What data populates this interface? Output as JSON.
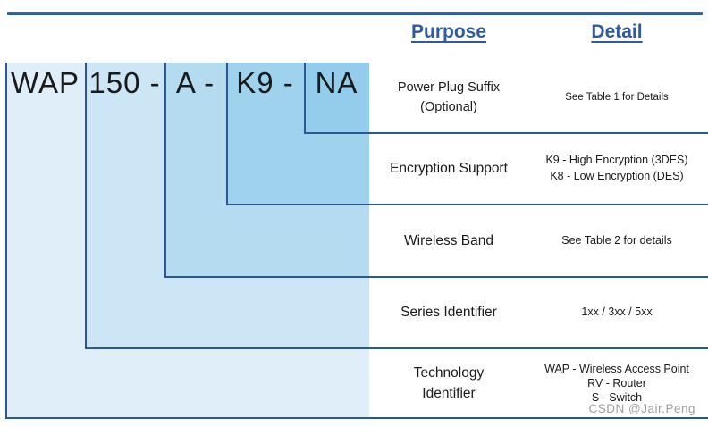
{
  "colors": {
    "navy": "#2b5894",
    "navy2": "#3a67a8",
    "hblue": "#2f5b9e",
    "ink": "#1a1a1a",
    "gray": "#9e9e9e",
    "c_wap": "#dfeef8",
    "c_150": "#cde6f5",
    "c_a": "#b5dbf1",
    "c_k9": "#9fd2ed",
    "c_na": "#93cdeb"
  },
  "headers": {
    "purpose": "Purpose",
    "detail": "Detail"
  },
  "model": {
    "full": "WAP150 - A - K9 - NA",
    "segments": [
      {
        "id": "technology-identifier",
        "label": "WAP"
      },
      {
        "id": "series-identifier",
        "label": "150 -"
      },
      {
        "id": "wireless-band",
        "label": "A -"
      },
      {
        "id": "encryption-support",
        "label": "K9 -"
      },
      {
        "id": "power-plug-suffix",
        "label": "NA"
      }
    ]
  },
  "rows": [
    {
      "purpose": "Power Plug Suffix\n(Optional)",
      "detail": "See Table 1 for Details"
    },
    {
      "purpose": "Encryption Support",
      "detail": "K9 - High Encryption (3DES)\nK8 - Low Encryption (DES)"
    },
    {
      "purpose": "Wireless Band",
      "detail": "See Table 2 for details"
    },
    {
      "purpose": "Series Identifier",
      "detail": "1xx / 3xx / 5xx"
    },
    {
      "purpose": "Technology\nIdentifier",
      "detail": "WAP - Wireless Access Point\nRV - Router\nS - Switch"
    }
  ],
  "watermark": "CSDN @Jair.Peng"
}
